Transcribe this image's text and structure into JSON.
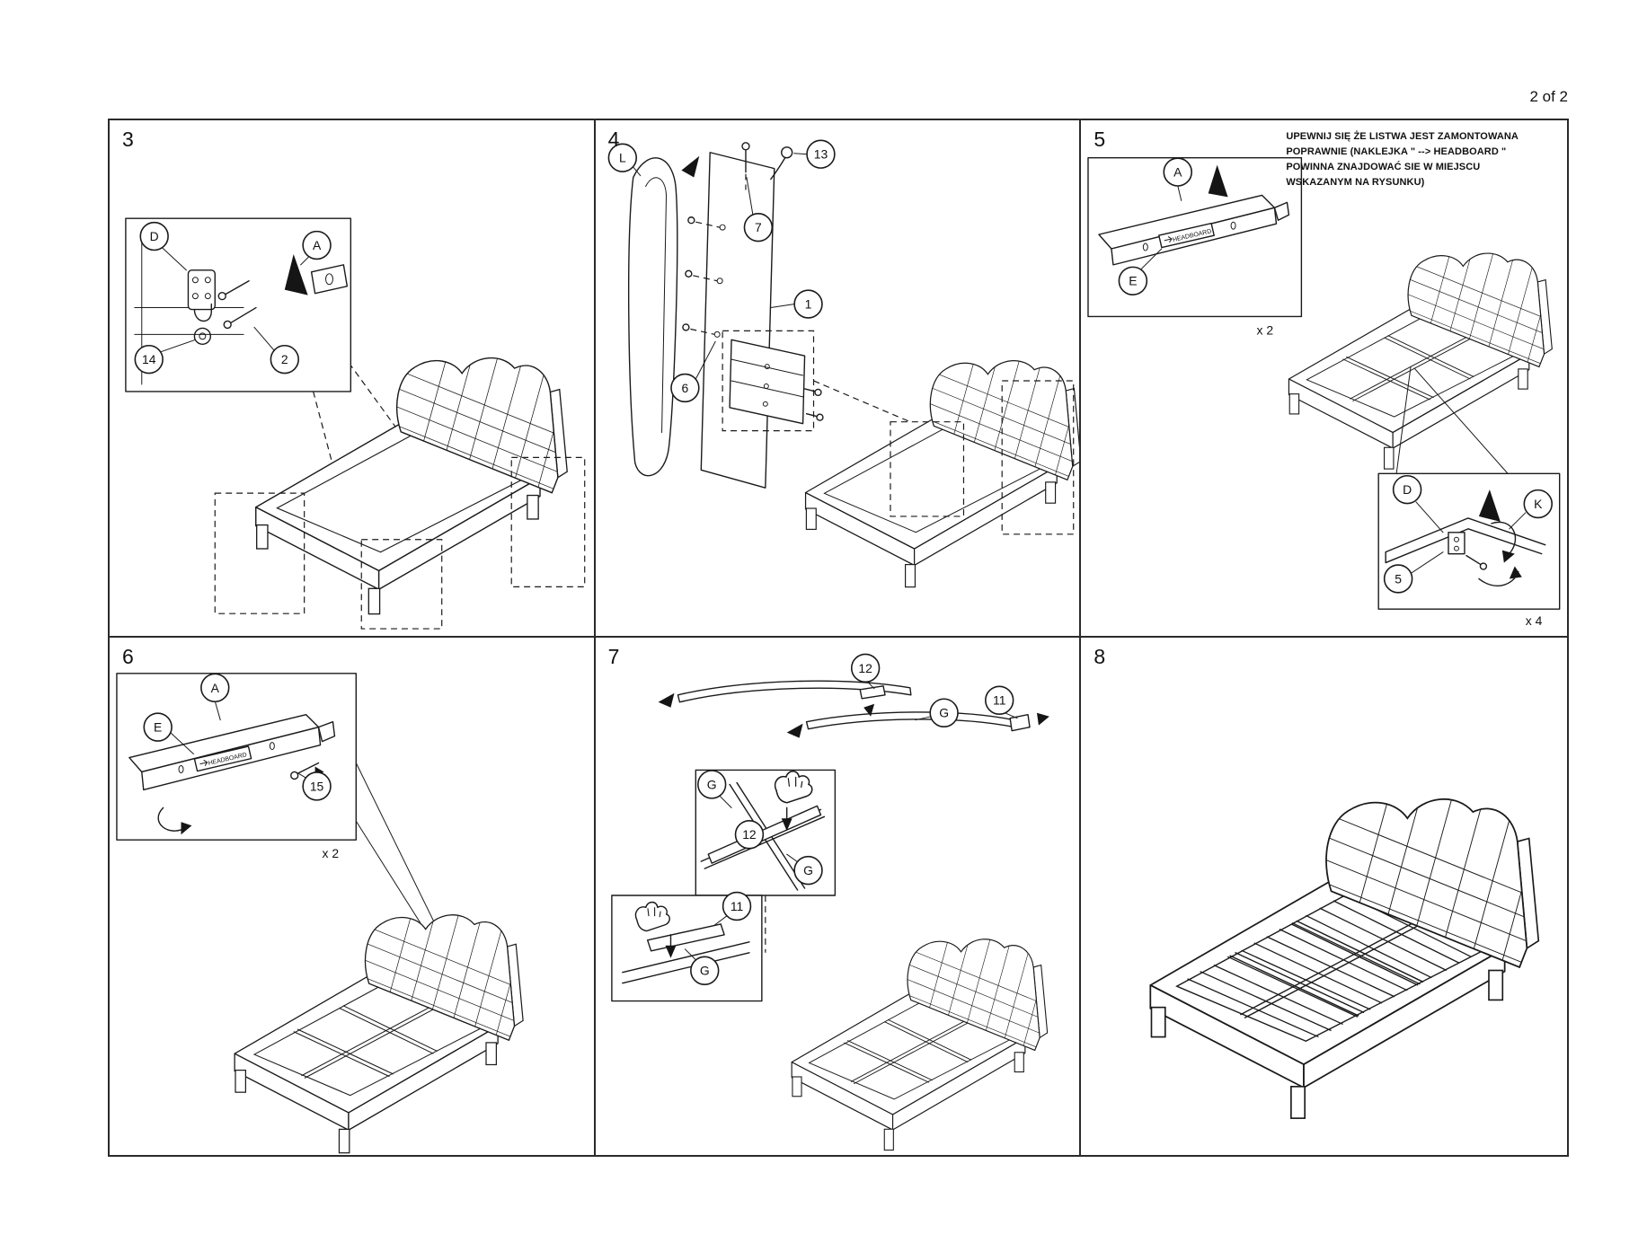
{
  "page": {
    "label": "2 of 2"
  },
  "panels": [
    {
      "number": "3",
      "callouts": {
        "d": "D",
        "a": "A",
        "n14": "14",
        "n2": "2"
      }
    },
    {
      "number": "4",
      "callouts": {
        "l": "L",
        "n13": "13",
        "n7": "7",
        "n1": "1",
        "n6": "6"
      }
    },
    {
      "number": "5",
      "note": "UPEWNIJ SIĘ ŻE LISTWA JEST ZAMONTOWANA\nPOPRAWNIE (NAKLEJKA \" --> HEADBOARD \"\nPOWINNA ZNAJDOWAĆ SIE W MIEJSCU\nWSKAZANYM NA RYSUNKU)",
      "sticker": "HEADBOARD",
      "callouts": {
        "a": "A",
        "e": "E",
        "d": "D",
        "k": "K",
        "n5": "5"
      },
      "multipliers": {
        "rail": "x 2",
        "bracket": "x 4"
      }
    },
    {
      "number": "6",
      "sticker": "HEADBOARD",
      "callouts": {
        "a": "A",
        "e": "E",
        "n15": "15"
      },
      "multipliers": {
        "rail": "x 2"
      }
    },
    {
      "number": "7",
      "callouts": {
        "top12": "12",
        "topG": "G",
        "top11": "11",
        "midG1": "G",
        "mid12": "12",
        "midG2": "G",
        "low11": "11",
        "lowG": "G"
      }
    },
    {
      "number": "8"
    }
  ]
}
